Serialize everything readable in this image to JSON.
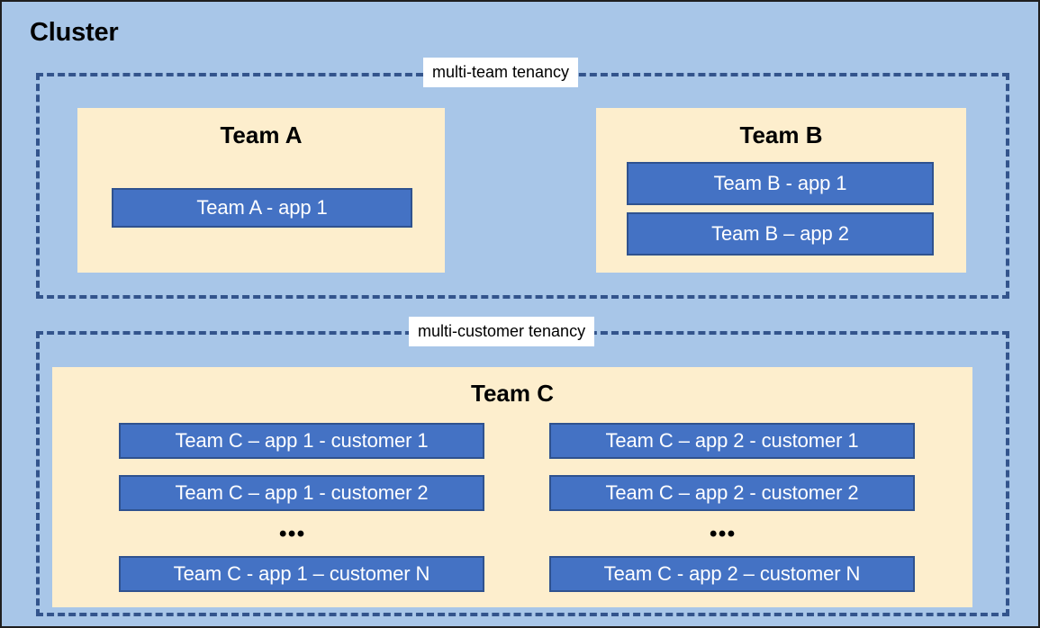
{
  "diagram": {
    "title": "Cluster",
    "background_color": "#a8c6e8",
    "team_box_color": "#fdeecd",
    "app_box_color": "#4472c4",
    "app_box_border_color": "#2f528f",
    "dashed_border_color": "#33548c",
    "groups": [
      {
        "id": "multi-team-tenancy",
        "label": "multi-team tenancy",
        "teams": [
          {
            "id": "team-a",
            "title": "Team A",
            "apps": [
              {
                "label": "Team A - app 1"
              }
            ]
          },
          {
            "id": "team-b",
            "title": "Team B",
            "apps": [
              {
                "label": "Team B - app 1"
              },
              {
                "label": "Team B – app 2"
              }
            ]
          }
        ]
      },
      {
        "id": "multi-customer-tenancy",
        "label": "multi-customer tenancy",
        "teams": [
          {
            "id": "team-c",
            "title": "Team C",
            "columns": [
              {
                "id": "team-c-app-1",
                "items": [
                  {
                    "label": "Team C – app 1 - customer 1"
                  },
                  {
                    "label": "Team C – app 1 - customer 2"
                  },
                  {
                    "label": "Team C - app 1 – customer N"
                  }
                ],
                "ellipsis": "•••"
              },
              {
                "id": "team-c-app-2",
                "items": [
                  {
                    "label": "Team C – app 2 - customer 1"
                  },
                  {
                    "label": "Team C – app 2 - customer 2"
                  },
                  {
                    "label": "Team C - app 2 – customer N"
                  }
                ],
                "ellipsis": "•••"
              }
            ]
          }
        ]
      }
    ]
  }
}
